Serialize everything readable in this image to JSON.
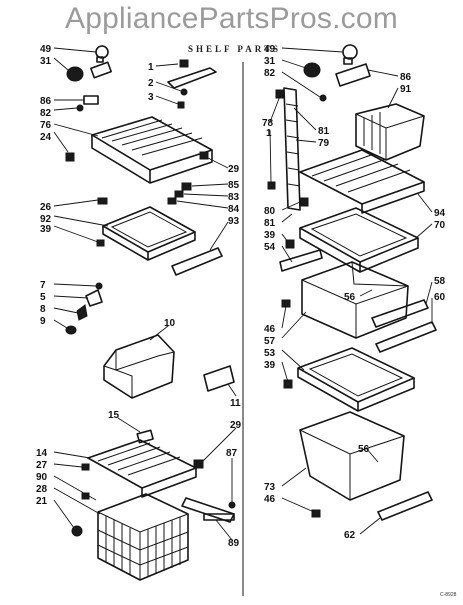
{
  "watermark": "AppliancePartsPros.com",
  "header": {
    "title": "SHELF PARTS"
  },
  "footer": {
    "code": "C-8928"
  },
  "labels": {
    "l49": "49",
    "l31": "31",
    "l86": "86",
    "l82": "82",
    "l76": "76",
    "l24": "24",
    "l1": "1",
    "l2": "2",
    "l3": "3",
    "l29": "29",
    "l85": "85",
    "l83": "83",
    "l84": "84",
    "l93": "93",
    "l26": "26",
    "l92": "92",
    "l39": "39",
    "l7": "7",
    "l5": "5",
    "l8": "8",
    "l9": "9",
    "l10": "10",
    "l11": "11",
    "l15": "15",
    "l14": "14",
    "l27": "27",
    "l90": "90",
    "l28": "28",
    "l21": "21",
    "l29b": "29",
    "l87": "87",
    "l89": "89",
    "r49": "49",
    "r31": "31",
    "r82": "82",
    "r86": "86",
    "r91": "91",
    "r78": "78",
    "r1": "1",
    "r81": "81",
    "r79": "79",
    "r80": "80",
    "r81b": "81",
    "r39": "39",
    "r54": "54",
    "r94": "94",
    "r70": "70",
    "r58": "58",
    "r56": "56",
    "r60": "60",
    "r46": "46",
    "r57": "57",
    "r53": "53",
    "r39b": "39",
    "r56b": "56",
    "r73": "73",
    "r46b": "46",
    "r62": "62"
  }
}
